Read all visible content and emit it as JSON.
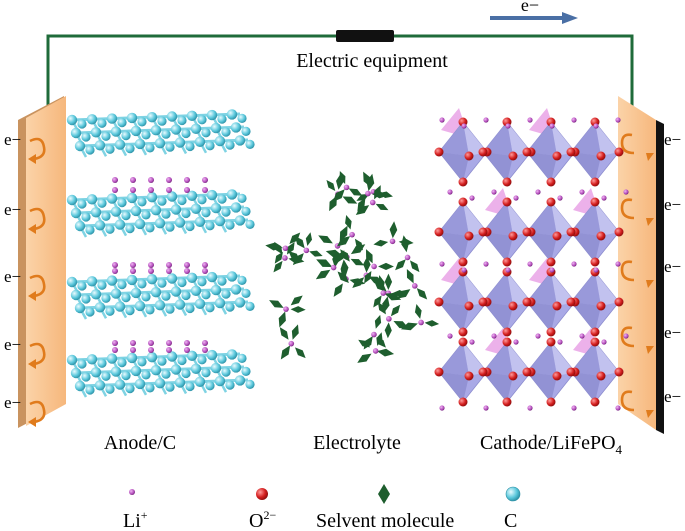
{
  "circuit": {
    "device_label": "Electric equipment",
    "flow_label": "e−",
    "wire_color": "#1f6b3a",
    "arrow_color": "#4a6fa5"
  },
  "electrodes": {
    "plate_color": "#f9c28b",
    "electron_label": "e−",
    "curl_color": "#e07b1c"
  },
  "sections": {
    "anode_label": "Anode/C",
    "electrolyte_label": "Electrolyte",
    "cathode_label_main": "Cathode/LiFePO",
    "cathode_label_sub": "4"
  },
  "legend": {
    "li_main": "Li",
    "li_sup": "+",
    "o_main": "O",
    "o_sup": "2−",
    "solvent_label": "Selvent molecule",
    "c_label": "C"
  },
  "colors": {
    "carbon": "#5bc8dc",
    "lithium": "#b04ab8",
    "oxygen": "#d41e1e",
    "solvent": "#1e5e2e",
    "octahedron": "#a9a9e6",
    "tetrahedron": "#e9a3e6"
  }
}
